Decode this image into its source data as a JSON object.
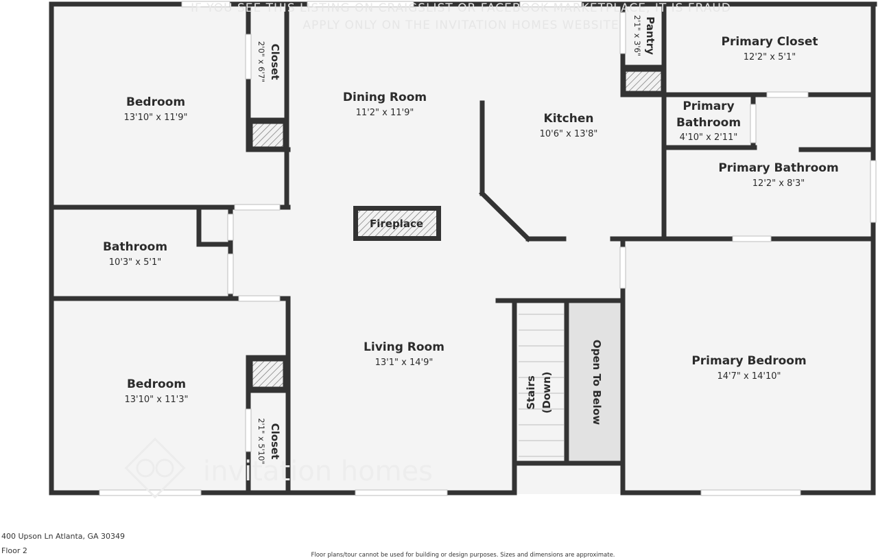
{
  "watermark": {
    "line1": "IF YOU SEE THIS LISTING ON CRAIGSLIST OR FACEBOOK MARKETPLACE, IT IS FRAUD",
    "line2": "APPLY ONLY ON THE INVITATION HOMES WEBSITE",
    "logo": "invitation homes"
  },
  "rooms": {
    "bedroom_top": {
      "name": "Bedroom",
      "dims": "13'10\" x 11'9\""
    },
    "closet_top": {
      "name": "Closet",
      "dims": "2'0\" x 6'7\""
    },
    "dining": {
      "name": "Dining Room",
      "dims": "11'2\" x 11'9\""
    },
    "kitchen": {
      "name": "Kitchen",
      "dims": "10'6\" x 13'8\""
    },
    "pantry": {
      "name": "Pantry",
      "dims": "2'1\" x 3'6\""
    },
    "primary_closet": {
      "name": "Primary Closet",
      "dims": "12'2\" x 5'1\""
    },
    "primary_bath_small": {
      "name_line1": "Primary",
      "name_line2": "Bathroom",
      "dims": "4'10\" x 2'11\""
    },
    "primary_bath": {
      "name": "Primary Bathroom",
      "dims": "12'2\" x 8'3\""
    },
    "fireplace": {
      "name": "Fireplace"
    },
    "bathroom": {
      "name": "Bathroom",
      "dims": "10'3\" x 5'1\""
    },
    "bedroom_bottom": {
      "name": "Bedroom",
      "dims": "13'10\" x 11'3\""
    },
    "closet_bottom": {
      "name": "Closet",
      "dims": "2'1\" x 5'10\""
    },
    "living": {
      "name": "Living Room",
      "dims": "13'1\" x 14'9\""
    },
    "stairs": {
      "line1": "Stairs",
      "line2": "(Down)"
    },
    "open_below": {
      "name": "Open To Below"
    },
    "primary_bedroom": {
      "name": "Primary Bedroom",
      "dims": "14'7\" x 14'10\""
    }
  },
  "footer": {
    "address": "400 Upson Ln Atlanta, GA 30349",
    "floor": "Floor 2",
    "disclaimer": "Floor plans/tour cannot be used for building or design purposes. Sizes and dimensions are approximate."
  }
}
